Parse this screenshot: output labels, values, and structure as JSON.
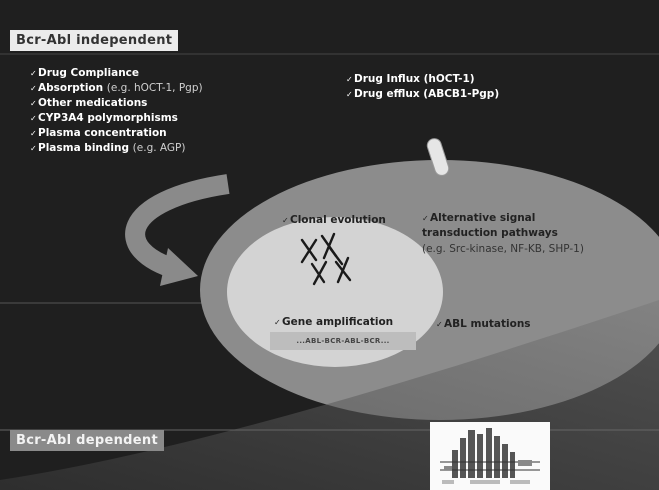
{
  "labels": {
    "independent": "Bcr-Abl independent",
    "dependent": "Bcr-Abl dependent"
  },
  "independent_factors": [
    {
      "main": "Drug Compliance",
      "note": ""
    },
    {
      "main": "Absorption",
      "note": "(e.g. hOCT-1, Pgp)"
    },
    {
      "main": "Other medications",
      "note": ""
    },
    {
      "main": "CYP3A4 polymorphisms",
      "note": ""
    },
    {
      "main": "Plasma concentration",
      "note": ""
    },
    {
      "main": "Plasma binding",
      "note": "(e.g. AGP)"
    }
  ],
  "membrane_factors": [
    "Drug Influx (hOCT-1)",
    "Drug efflux (ABCB1-Pgp)"
  ],
  "cell_factors": {
    "clonal_evolution": "Clonal evolution",
    "alternative_line1": "Alternative signal",
    "alternative_line2": "transduction pathways",
    "alternative_examples": "(e.g. Src-kinase, NF-KB, SHP-1)",
    "gene_amplification": "Gene amplification",
    "abl_mutations": "ABL mutations",
    "gene_sequence": "...ABL-BCR-ABL-BCR..."
  },
  "colors": {
    "background": "#1f1f1f",
    "cell_outer": "#8c8c8c",
    "nucleus": "#d3d3d3",
    "arrow": "#8a8a8a"
  }
}
